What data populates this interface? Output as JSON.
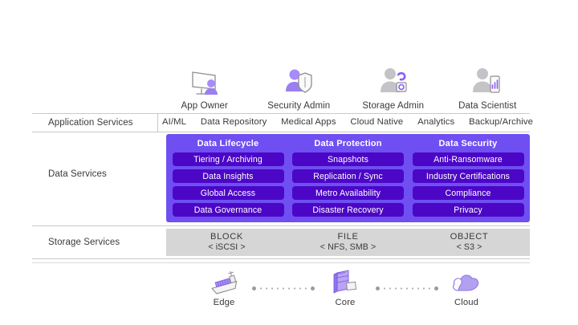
{
  "personas": [
    {
      "label": "App Owner",
      "icon": "monitor-user-icon"
    },
    {
      "label": "Security Admin",
      "icon": "user-shield-icon"
    },
    {
      "label": "Storage Admin",
      "icon": "user-gear-icon"
    },
    {
      "label": "Data Scientist",
      "icon": "user-chart-icon"
    }
  ],
  "rows": {
    "application_services": {
      "label": "Application Services",
      "items": [
        "AI/ML",
        "Data Repository",
        "Medical Apps",
        "Cloud Native",
        "Analytics",
        "Backup/Archive"
      ]
    },
    "data_services": {
      "label": "Data Services",
      "columns": [
        {
          "title": "Data Lifecycle",
          "items": [
            "Tiering / Archiving",
            "Data Insights",
            "Global Access",
            "Data Governance"
          ]
        },
        {
          "title": "Data Protection",
          "items": [
            "Snapshots",
            "Replication / Sync",
            "Metro Availability",
            "Disaster Recovery"
          ]
        },
        {
          "title": "Data Security",
          "items": [
            "Anti-Ransomware",
            "Industry Certifications",
            "Compliance",
            "Privacy"
          ]
        }
      ]
    },
    "storage_services": {
      "label": "Storage Services",
      "columns": [
        {
          "name": "BLOCK",
          "protocols": "< iSCSI >"
        },
        {
          "name": "FILE",
          "protocols": "< NFS, SMB >"
        },
        {
          "name": "OBJECT",
          "protocols": "< S3 >"
        }
      ]
    }
  },
  "tiers": [
    {
      "label": "Edge",
      "icon": "container-ship-icon"
    },
    {
      "label": "Core",
      "icon": "server-rack-icon"
    },
    {
      "label": "Cloud",
      "icon": "cloud-icon"
    }
  ],
  "colors": {
    "panel_purple": "#6f4ff2",
    "pill_purple": "#4c07c6",
    "storage_grey": "#d6d6d6",
    "rule_grey": "#c9c9c9",
    "text": "#3a3a3a",
    "icon_purple": "#9b86e8",
    "icon_grey": "#b9b9bd"
  }
}
